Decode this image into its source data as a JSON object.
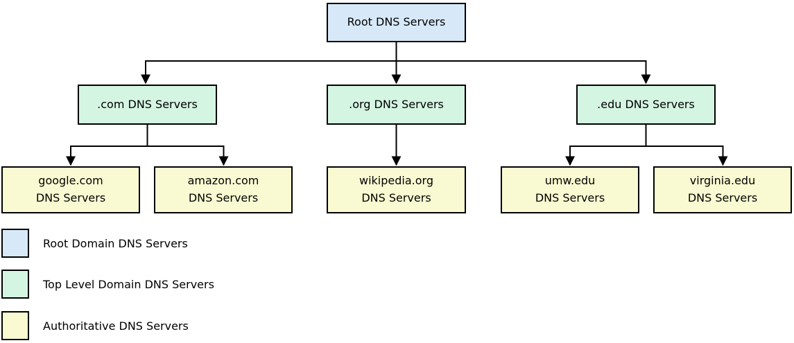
{
  "diagram_type": "dns-hierarchy",
  "nodes": {
    "root": {
      "label": "Root DNS Servers",
      "level": "root-domain"
    },
    "com": {
      "label": ".com DNS Servers",
      "level": "top-level-domain"
    },
    "org": {
      "label": ".org DNS Servers",
      "level": "top-level-domain"
    },
    "edu": {
      "label": ".edu DNS Servers",
      "level": "top-level-domain"
    },
    "google": {
      "label": "google.com\nDNS Servers",
      "level": "authoritative"
    },
    "amazon": {
      "label": "amazon.com\nDNS Servers",
      "level": "authoritative"
    },
    "wikipedia": {
      "label": "wikipedia.org\nDNS Servers",
      "level": "authoritative"
    },
    "umw": {
      "label": "umw.edu\nDNS Servers",
      "level": "authoritative"
    },
    "virginia": {
      "label": "virginia.edu\nDNS Servers",
      "level": "authoritative"
    }
  },
  "edges": [
    [
      "root",
      "com"
    ],
    [
      "root",
      "org"
    ],
    [
      "root",
      "edu"
    ],
    [
      "com",
      "google"
    ],
    [
      "com",
      "amazon"
    ],
    [
      "org",
      "wikipedia"
    ],
    [
      "edu",
      "umw"
    ],
    [
      "edu",
      "virginia"
    ]
  ],
  "colors": {
    "root_fill": "#d7e9f8",
    "tld_fill": "#d5f5e3",
    "authoritative_fill": "#fafad2",
    "border": "#000000",
    "line": "#000000"
  },
  "legend": {
    "items": [
      {
        "label": "Root Domain DNS Servers",
        "color": "#d7e9f8"
      },
      {
        "label": "Top Level Domain DNS Servers",
        "color": "#d5f5e3"
      },
      {
        "label": "Authoritative DNS Servers",
        "color": "#fafad2"
      }
    ]
  }
}
